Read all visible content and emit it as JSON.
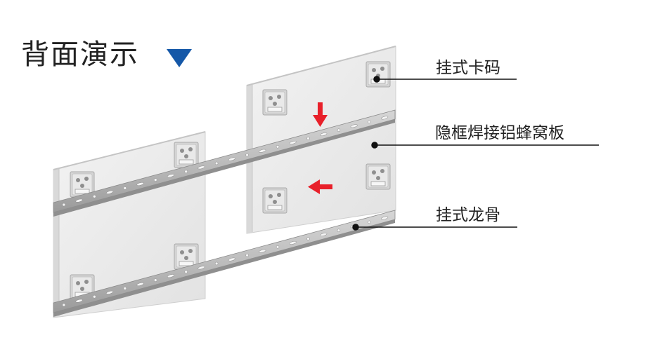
{
  "title": "背面演示",
  "labels": {
    "hanging_clip": "挂式卡码",
    "panel": "隐框焊接铝蜂窝板",
    "keel": "挂式龙骨"
  },
  "colors": {
    "title_triangle": "#1558a8",
    "arrow": "#e8202a",
    "panel_face": "#ebebeb",
    "rail": "#b9b9b9",
    "text": "#222222"
  }
}
